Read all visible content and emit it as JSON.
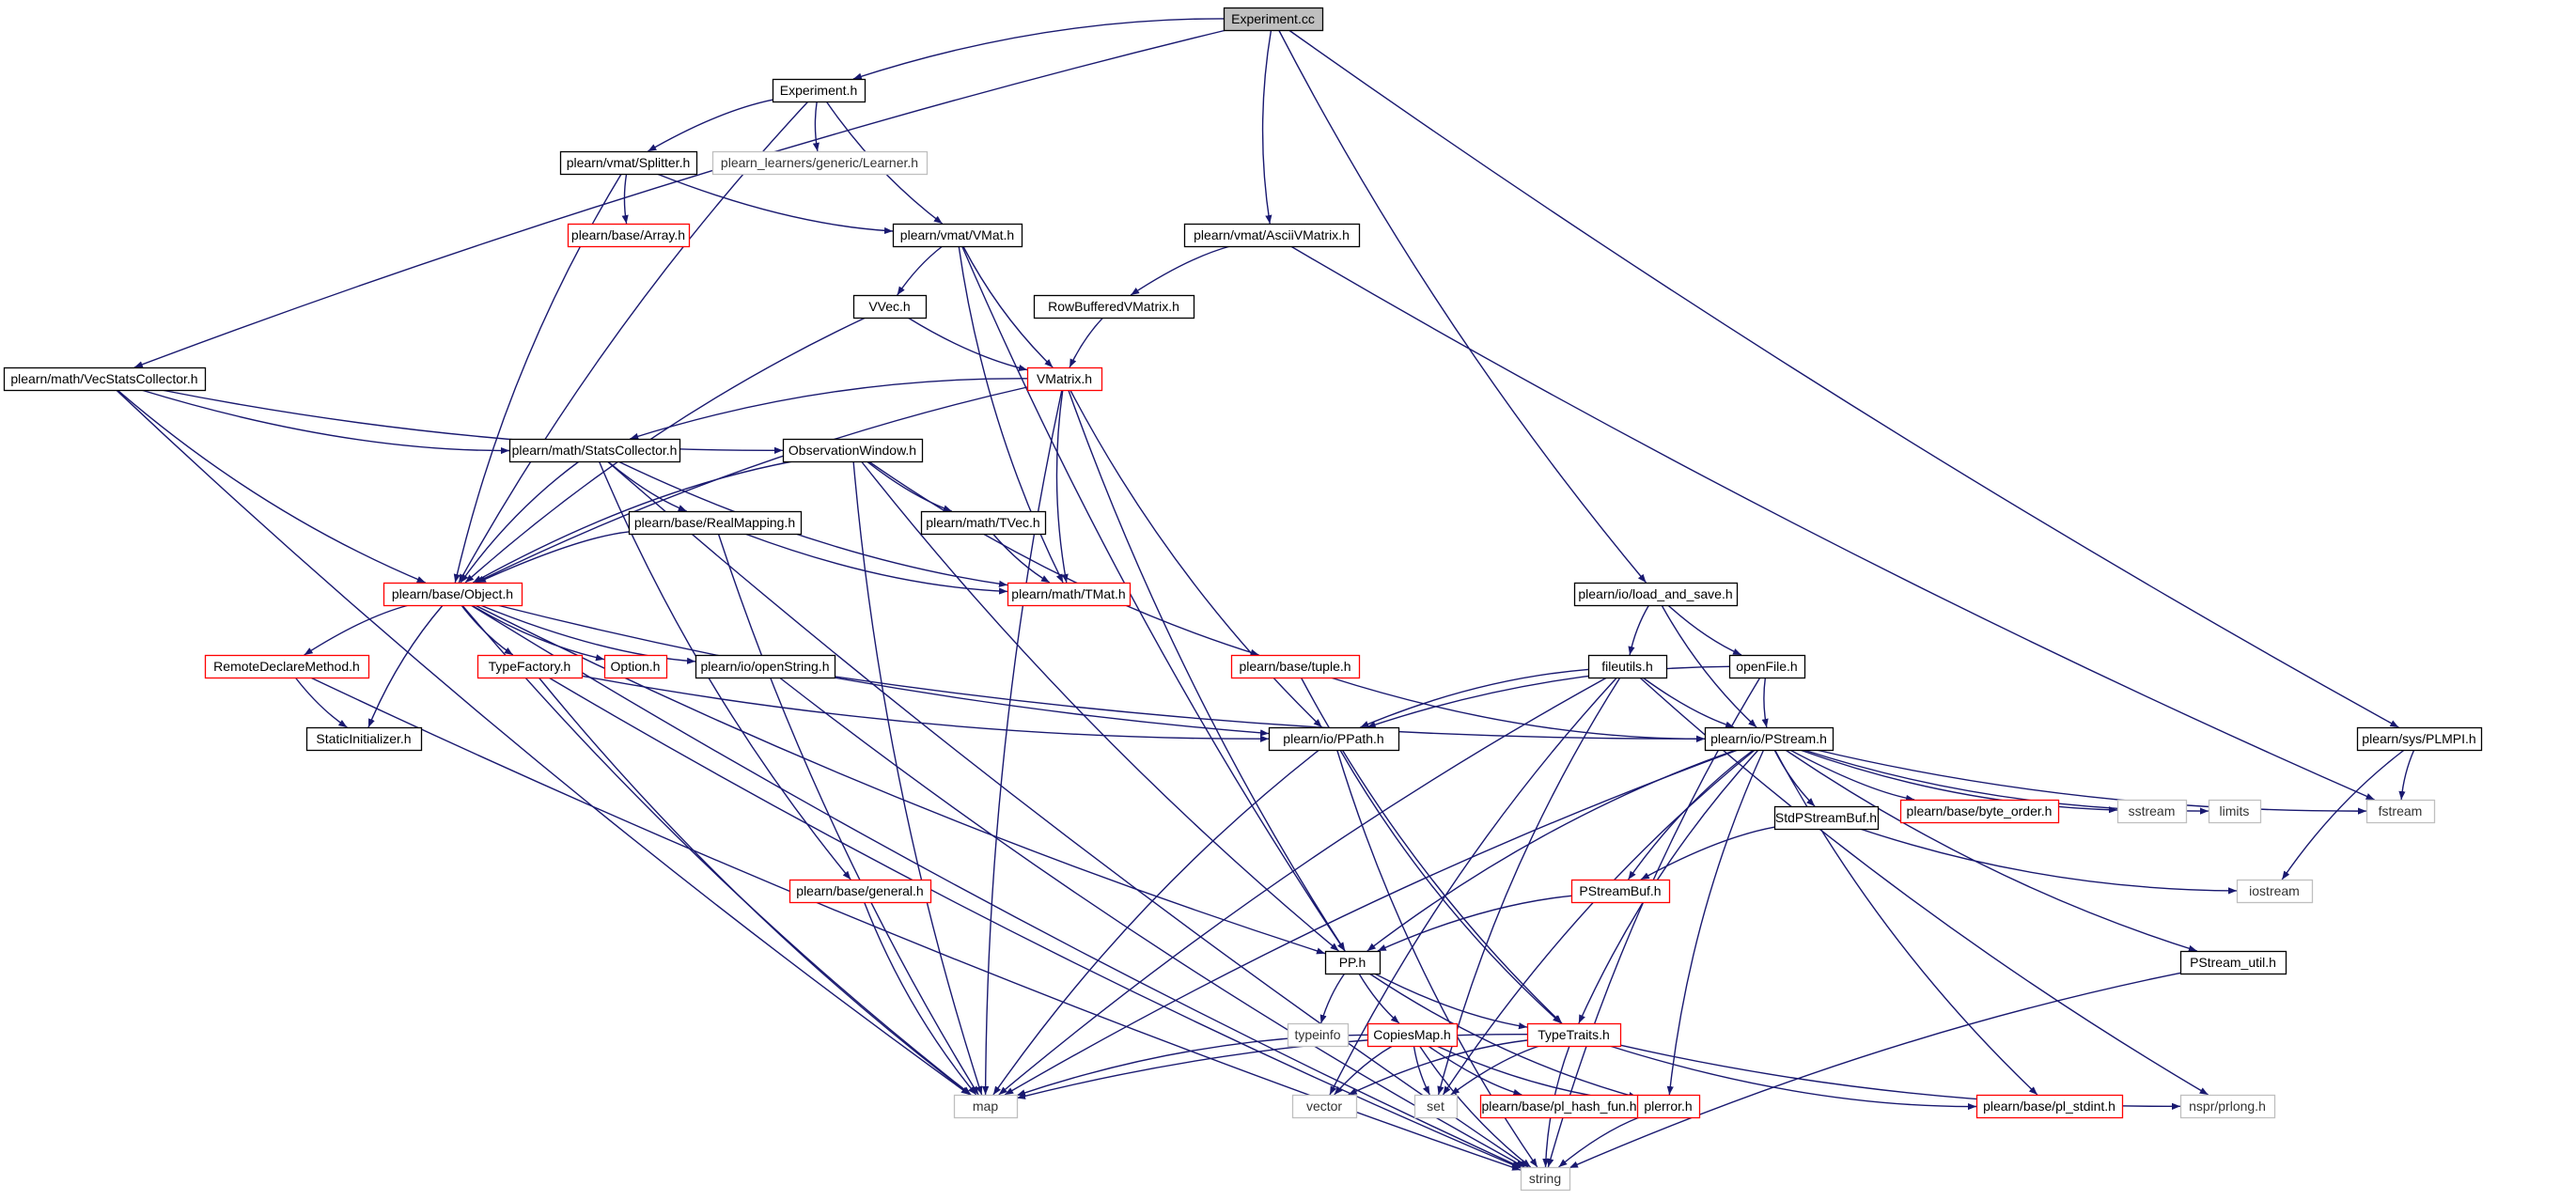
{
  "colors": {
    "edge": "#191970",
    "black_border": "#000000",
    "red_border": "#ff0000",
    "gray_border": "#bfbfbf",
    "root_fill": "#bfbfbf",
    "node_fill": "#ffffff"
  },
  "graph": {
    "nodes": [
      {
        "id": "experiment_cc",
        "label": "Experiment.cc",
        "style": "root"
      },
      {
        "id": "experiment_h",
        "label": "Experiment.h",
        "style": "black"
      },
      {
        "id": "learner_h",
        "label": "plearn_learners/generic/Learner.h",
        "style": "gray"
      },
      {
        "id": "splitter_h",
        "label": "plearn/vmat/Splitter.h",
        "style": "black"
      },
      {
        "id": "array_h",
        "label": "plearn/base/Array.h",
        "style": "red"
      },
      {
        "id": "vmat_h",
        "label": "plearn/vmat/VMat.h",
        "style": "black"
      },
      {
        "id": "asciivmatrix_h",
        "label": "plearn/vmat/AsciiVMatrix.h",
        "style": "black"
      },
      {
        "id": "vvec_h",
        "label": "VVec.h",
        "style": "black"
      },
      {
        "id": "rowbuffered_h",
        "label": "RowBufferedVMatrix.h",
        "style": "black"
      },
      {
        "id": "vmatrix_h",
        "label": "VMatrix.h",
        "style": "red"
      },
      {
        "id": "vecstats_h",
        "label": "plearn/math/VecStatsCollector.h",
        "style": "black"
      },
      {
        "id": "statscollector_h",
        "label": "plearn/math/StatsCollector.h",
        "style": "black"
      },
      {
        "id": "obswindow_h",
        "label": "ObservationWindow.h",
        "style": "black"
      },
      {
        "id": "realmapping_h",
        "label": "plearn/base/RealMapping.h",
        "style": "black"
      },
      {
        "id": "tvec_h",
        "label": "plearn/math/TVec.h",
        "style": "black"
      },
      {
        "id": "tmat_h",
        "label": "plearn/math/TMat.h",
        "style": "red"
      },
      {
        "id": "object_h",
        "label": "plearn/base/Object.h",
        "style": "red"
      },
      {
        "id": "loadsave_h",
        "label": "plearn/io/load_and_save.h",
        "style": "black"
      },
      {
        "id": "remotedeclare_h",
        "label": "RemoteDeclareMethod.h",
        "style": "red"
      },
      {
        "id": "typefactory_h",
        "label": "TypeFactory.h",
        "style": "red"
      },
      {
        "id": "option_h",
        "label": "Option.h",
        "style": "red"
      },
      {
        "id": "openstring_h",
        "label": "plearn/io/openString.h",
        "style": "black"
      },
      {
        "id": "tuple_h",
        "label": "plearn/base/tuple.h",
        "style": "red"
      },
      {
        "id": "fileutils_h",
        "label": "fileutils.h",
        "style": "black"
      },
      {
        "id": "openfile_h",
        "label": "openFile.h",
        "style": "black"
      },
      {
        "id": "staticinit_h",
        "label": "StaticInitializer.h",
        "style": "black"
      },
      {
        "id": "ppath_h",
        "label": "plearn/io/PPath.h",
        "style": "black"
      },
      {
        "id": "pstream_h",
        "label": "plearn/io/PStream.h",
        "style": "black"
      },
      {
        "id": "plmpi_h",
        "label": "plearn/sys/PLMPI.h",
        "style": "black"
      },
      {
        "id": "byteorder_h",
        "label": "plearn/base/byte_order.h",
        "style": "red"
      },
      {
        "id": "sstream",
        "label": "sstream",
        "style": "gray"
      },
      {
        "id": "limits",
        "label": "limits",
        "style": "gray"
      },
      {
        "id": "fstream",
        "label": "fstream",
        "style": "gray"
      },
      {
        "id": "stdpstreambuf_h",
        "label": "StdPStreamBuf.h",
        "style": "black"
      },
      {
        "id": "iostream",
        "label": "iostream",
        "style": "gray"
      },
      {
        "id": "general_h",
        "label": "plearn/base/general.h",
        "style": "red"
      },
      {
        "id": "pstreambuf_h",
        "label": "PStreamBuf.h",
        "style": "red"
      },
      {
        "id": "pp_h",
        "label": "PP.h",
        "style": "black"
      },
      {
        "id": "pstreamutil_h",
        "label": "PStream_util.h",
        "style": "black"
      },
      {
        "id": "typeinfo",
        "label": "typeinfo",
        "style": "gray"
      },
      {
        "id": "copiesmap_h",
        "label": "CopiesMap.h",
        "style": "red"
      },
      {
        "id": "typetraits_h",
        "label": "TypeTraits.h",
        "style": "red"
      },
      {
        "id": "map",
        "label": "map",
        "style": "gray"
      },
      {
        "id": "vector",
        "label": "vector",
        "style": "gray"
      },
      {
        "id": "set",
        "label": "set",
        "style": "gray"
      },
      {
        "id": "plhashfun_h",
        "label": "plearn/base/pl_hash_fun.h",
        "style": "red"
      },
      {
        "id": "plerror_h",
        "label": "plerror.h",
        "style": "red"
      },
      {
        "id": "plstdint_h",
        "label": "plearn/base/pl_stdint.h",
        "style": "red"
      },
      {
        "id": "prlong_h",
        "label": "nspr/prlong.h",
        "style": "gray"
      },
      {
        "id": "string",
        "label": "string",
        "style": "gray"
      }
    ],
    "edges": [
      [
        "experiment_cc",
        "experiment_h"
      ],
      [
        "experiment_cc",
        "vecstats_h"
      ],
      [
        "experiment_cc",
        "asciivmatrix_h"
      ],
      [
        "experiment_cc",
        "loadsave_h"
      ],
      [
        "experiment_cc",
        "plmpi_h"
      ],
      [
        "experiment_h",
        "splitter_h"
      ],
      [
        "experiment_h",
        "learner_h"
      ],
      [
        "experiment_h",
        "vmat_h"
      ],
      [
        "experiment_h",
        "object_h"
      ],
      [
        "splitter_h",
        "array_h"
      ],
      [
        "splitter_h",
        "vmat_h"
      ],
      [
        "splitter_h",
        "object_h"
      ],
      [
        "vmat_h",
        "vvec_h"
      ],
      [
        "vmat_h",
        "vmatrix_h"
      ],
      [
        "vmat_h",
        "tmat_h"
      ],
      [
        "vmat_h",
        "pp_h"
      ],
      [
        "asciivmatrix_h",
        "rowbuffered_h"
      ],
      [
        "asciivmatrix_h",
        "fstream"
      ],
      [
        "rowbuffered_h",
        "vmatrix_h"
      ],
      [
        "vvec_h",
        "vmatrix_h"
      ],
      [
        "vvec_h",
        "object_h"
      ],
      [
        "vmatrix_h",
        "statscollector_h"
      ],
      [
        "vmatrix_h",
        "tmat_h"
      ],
      [
        "vmatrix_h",
        "object_h"
      ],
      [
        "vmatrix_h",
        "ppath_h"
      ],
      [
        "vmatrix_h",
        "pp_h"
      ],
      [
        "vmatrix_h",
        "map"
      ],
      [
        "vecstats_h",
        "statscollector_h"
      ],
      [
        "vecstats_h",
        "obswindow_h"
      ],
      [
        "vecstats_h",
        "object_h"
      ],
      [
        "vecstats_h",
        "map"
      ],
      [
        "statscollector_h",
        "realmapping_h"
      ],
      [
        "statscollector_h",
        "tmat_h"
      ],
      [
        "statscollector_h",
        "object_h"
      ],
      [
        "statscollector_h",
        "general_h"
      ],
      [
        "statscollector_h",
        "string"
      ],
      [
        "obswindow_h",
        "tvec_h"
      ],
      [
        "obswindow_h",
        "tuple_h"
      ],
      [
        "obswindow_h",
        "object_h"
      ],
      [
        "obswindow_h",
        "pp_h"
      ],
      [
        "obswindow_h",
        "map"
      ],
      [
        "realmapping_h",
        "tmat_h"
      ],
      [
        "realmapping_h",
        "object_h"
      ],
      [
        "realmapping_h",
        "map"
      ],
      [
        "tvec_h",
        "tmat_h"
      ],
      [
        "object_h",
        "remotedeclare_h"
      ],
      [
        "object_h",
        "typefactory_h"
      ],
      [
        "object_h",
        "option_h"
      ],
      [
        "object_h",
        "openstring_h"
      ],
      [
        "object_h",
        "staticinit_h"
      ],
      [
        "object_h",
        "ppath_h"
      ],
      [
        "object_h",
        "pp_h"
      ],
      [
        "object_h",
        "map"
      ],
      [
        "object_h",
        "string"
      ],
      [
        "remotedeclare_h",
        "staticinit_h"
      ],
      [
        "remotedeclare_h",
        "string"
      ],
      [
        "typefactory_h",
        "ppath_h"
      ],
      [
        "typefactory_h",
        "map"
      ],
      [
        "typefactory_h",
        "string"
      ],
      [
        "openstring_h",
        "pstream_h"
      ],
      [
        "openstring_h",
        "string"
      ],
      [
        "tuple_h",
        "pstream_h"
      ],
      [
        "tuple_h",
        "typetraits_h"
      ],
      [
        "loadsave_h",
        "fileutils_h"
      ],
      [
        "loadsave_h",
        "openfile_h"
      ],
      [
        "loadsave_h",
        "pstream_h"
      ],
      [
        "fileutils_h",
        "ppath_h"
      ],
      [
        "fileutils_h",
        "pstream_h"
      ],
      [
        "fileutils_h",
        "map"
      ],
      [
        "fileutils_h",
        "vector"
      ],
      [
        "fileutils_h",
        "set"
      ],
      [
        "fileutils_h",
        "prlong_h"
      ],
      [
        "openfile_h",
        "ppath_h"
      ],
      [
        "openfile_h",
        "pstream_h"
      ],
      [
        "openfile_h",
        "string"
      ],
      [
        "ppath_h",
        "typetraits_h"
      ],
      [
        "ppath_h",
        "map"
      ],
      [
        "ppath_h",
        "string"
      ],
      [
        "plmpi_h",
        "fstream"
      ],
      [
        "plmpi_h",
        "iostream"
      ],
      [
        "pstream_h",
        "stdpstreambuf_h"
      ],
      [
        "pstream_h",
        "pstreambuf_h"
      ],
      [
        "pstream_h",
        "byteorder_h"
      ],
      [
        "pstream_h",
        "sstream"
      ],
      [
        "pstream_h",
        "limits"
      ],
      [
        "pstream_h",
        "fstream"
      ],
      [
        "pstream_h",
        "pstreamutil_h"
      ],
      [
        "pstream_h",
        "typetraits_h"
      ],
      [
        "pstream_h",
        "map"
      ],
      [
        "pstream_h",
        "set"
      ],
      [
        "pstream_h",
        "plerror_h"
      ],
      [
        "pstream_h",
        "plstdint_h"
      ],
      [
        "pstream_h",
        "pp_h"
      ],
      [
        "stdpstreambuf_h",
        "pstreambuf_h"
      ],
      [
        "stdpstreambuf_h",
        "iostream"
      ],
      [
        "pstreambuf_h",
        "pp_h"
      ],
      [
        "general_h",
        "map"
      ],
      [
        "pp_h",
        "typeinfo"
      ],
      [
        "pp_h",
        "copiesmap_h"
      ],
      [
        "pp_h",
        "typetraits_h"
      ],
      [
        "pp_h",
        "plerror_h"
      ],
      [
        "copiesmap_h",
        "map"
      ],
      [
        "copiesmap_h",
        "vector"
      ],
      [
        "copiesmap_h",
        "set"
      ],
      [
        "copiesmap_h",
        "plhashfun_h"
      ],
      [
        "copiesmap_h",
        "plerror_h"
      ],
      [
        "copiesmap_h",
        "string"
      ],
      [
        "typetraits_h",
        "map"
      ],
      [
        "typetraits_h",
        "vector"
      ],
      [
        "typetraits_h",
        "set"
      ],
      [
        "typetraits_h",
        "plstdint_h"
      ],
      [
        "typetraits_h",
        "prlong_h"
      ],
      [
        "typetraits_h",
        "string"
      ],
      [
        "plerror_h",
        "string"
      ],
      [
        "pstreamutil_h",
        "string"
      ]
    ]
  }
}
